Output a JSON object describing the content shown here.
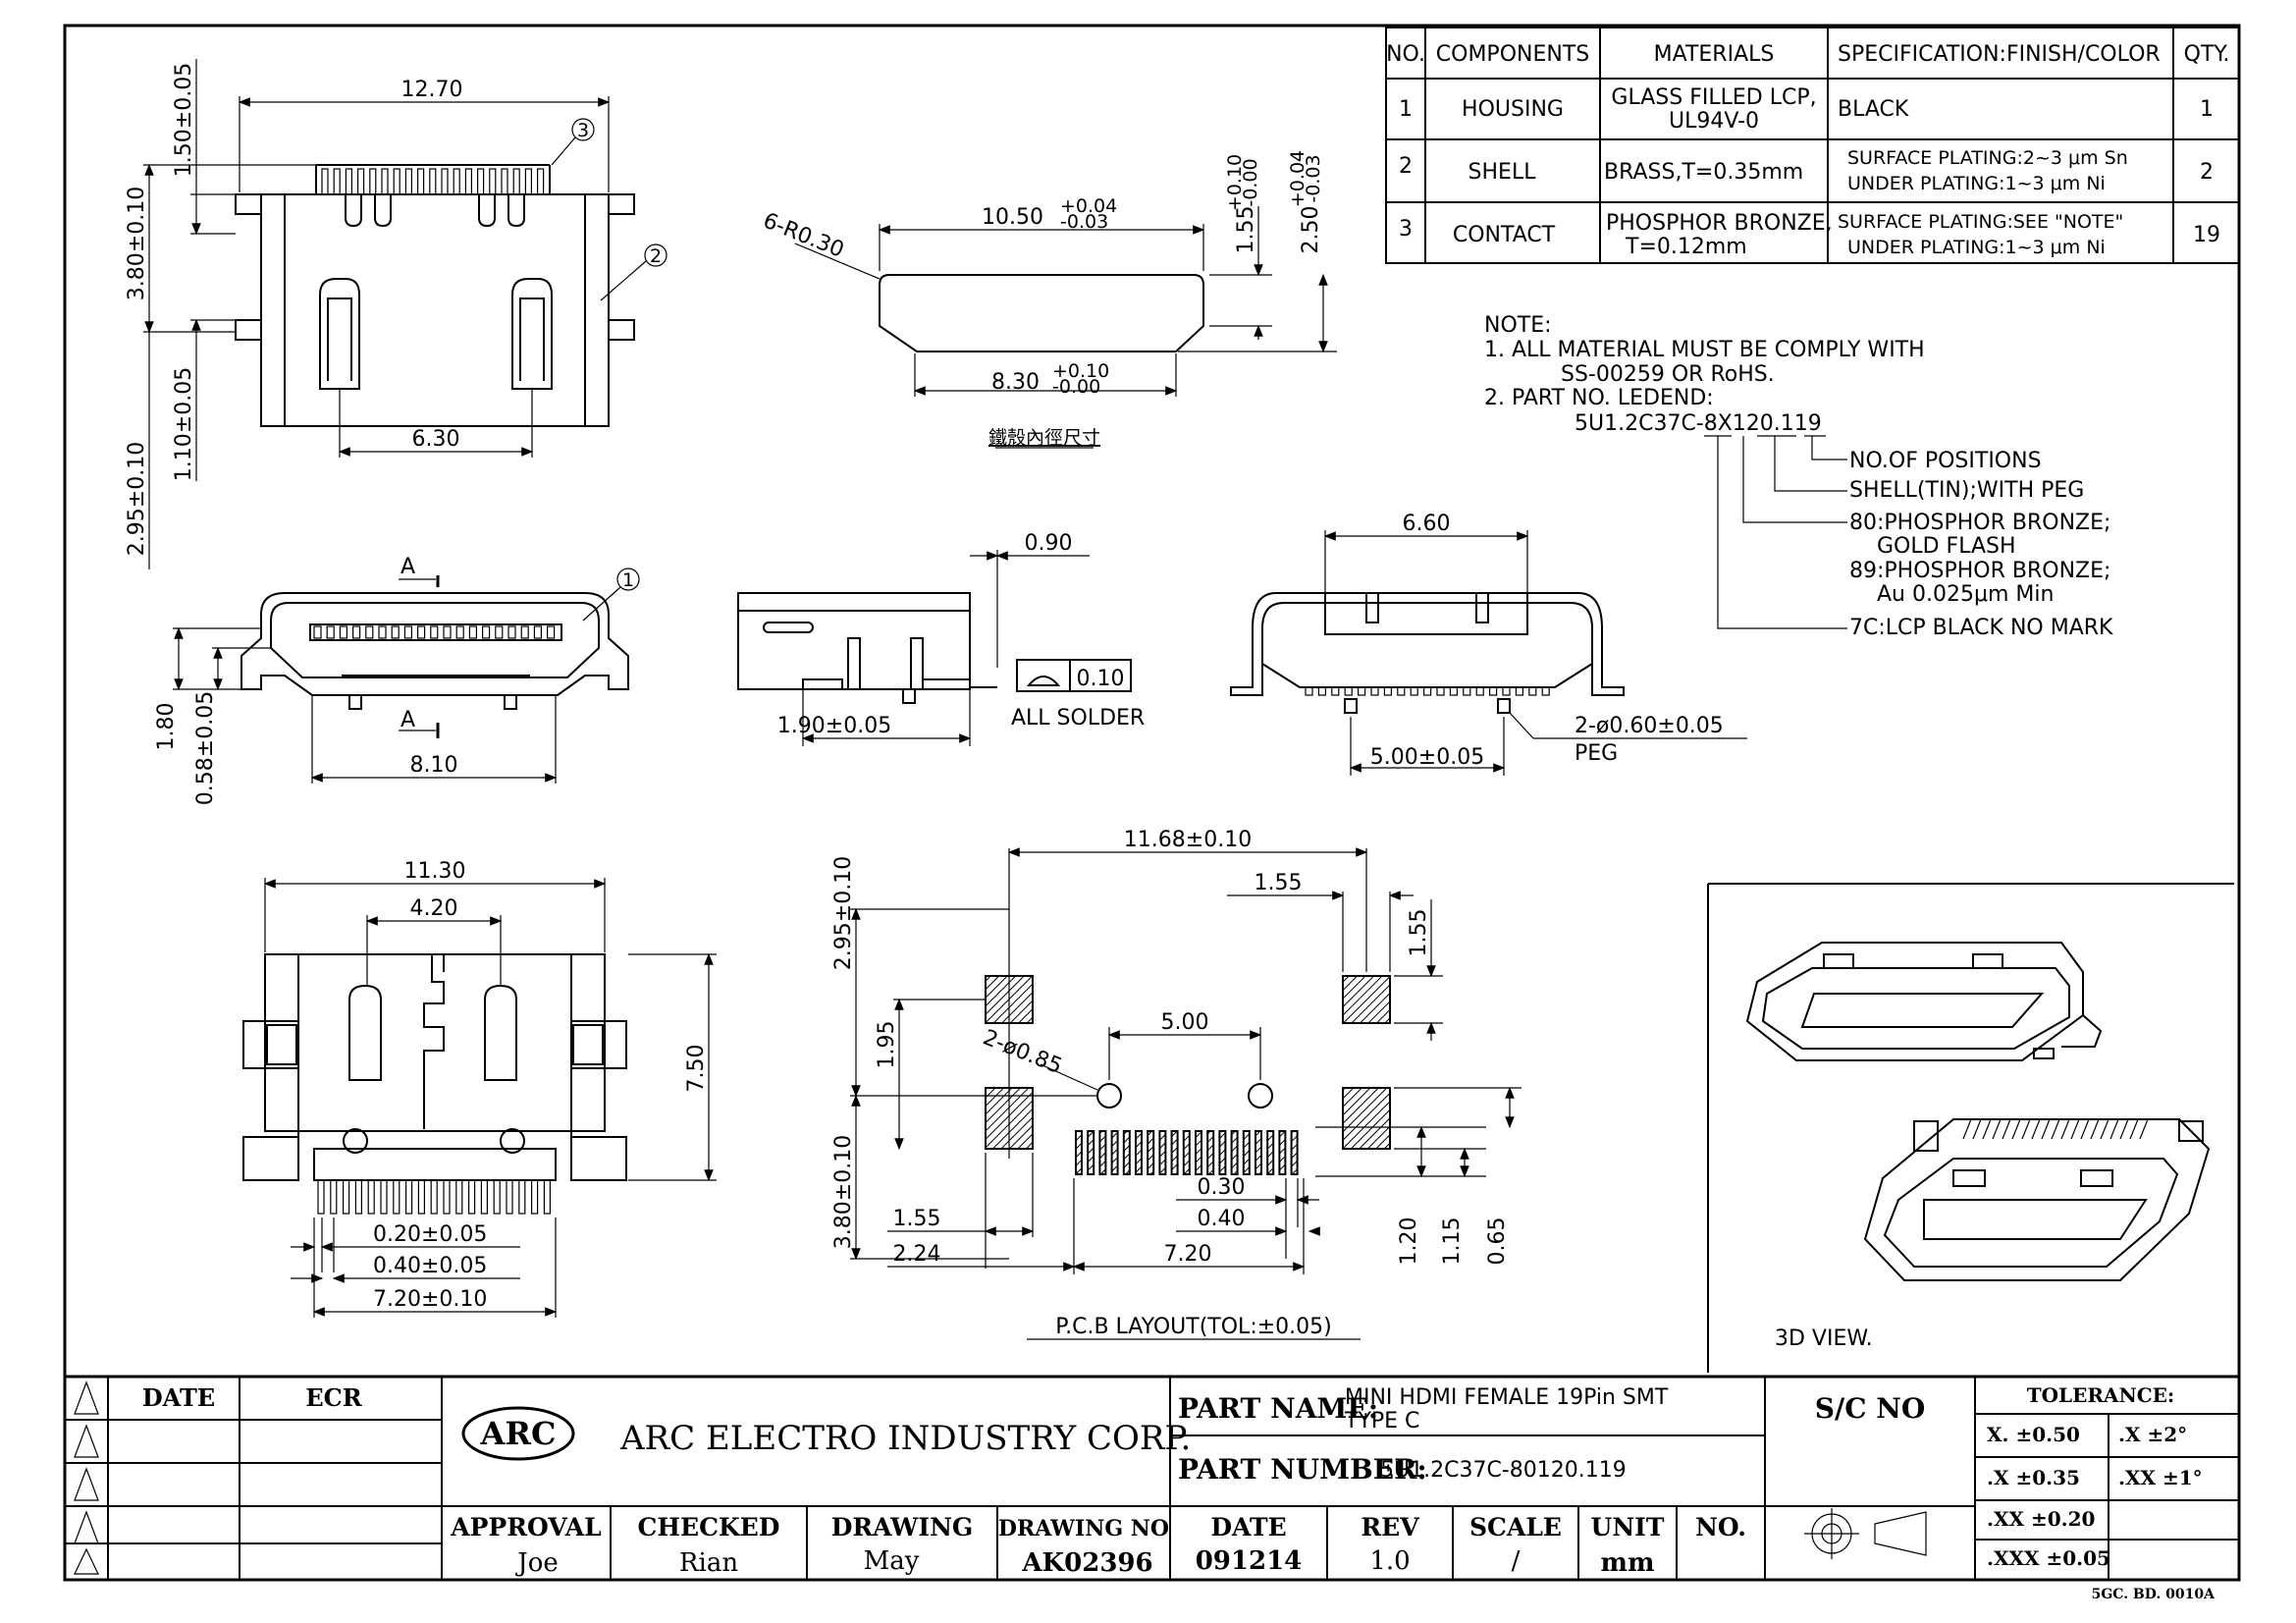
{
  "bom": {
    "headers": {
      "no": "NO.",
      "components": "COMPONENTS",
      "materials": "MATERIALS",
      "spec": "SPECIFICATION:FINISH/COLOR",
      "qty": "QTY."
    },
    "rows": [
      {
        "no": "1",
        "component": "HOUSING",
        "material_1": "GLASS FILLED LCP,",
        "material_2": "UL94V-0",
        "spec_1": "BLACK",
        "spec_2": "",
        "qty": "1"
      },
      {
        "no": "2",
        "component": "SHELL",
        "material_1": "BRASS,T=0.35mm",
        "material_2": "",
        "spec_1": "SURFACE PLATING:2~3 μm Sn",
        "spec_2": "UNDER PLATING:1~3 μm Ni",
        "qty": "2"
      },
      {
        "no": "3",
        "component": "CONTACT",
        "material_1": "PHOSPHOR BRONZE,",
        "material_2": "T=0.12mm",
        "spec_1": "SURFACE PLATING:SEE \"NOTE\"",
        "spec_2": "UNDER PLATING:1~3 μm Ni",
        "qty": "19"
      }
    ]
  },
  "notes": {
    "title": "NOTE:",
    "line1": "1. ALL MATERIAL MUST BE COMPLY WITH",
    "line1b": "SS-00259 OR RoHS.",
    "line2": "2. PART NO. LEDEND:",
    "part_code": "5U1.2C37C-8X120.119",
    "legend": [
      "NO.OF POSITIONS",
      "SHELL(TIN);WITH PEG",
      "80:PHOSPHOR BRONZE;",
      "GOLD FLASH",
      "89:PHOSPHOR BRONZE;",
      "Au 0.025μm Min",
      "7C:LCP BLACK NO MARK"
    ]
  },
  "dims": {
    "top": {
      "w": "12.70",
      "h1": "3.80±0.10",
      "h2": "1.50±0.05",
      "h3": "1.10±0.05",
      "h4": "2.95±0.10",
      "b": "6.30",
      "c3": "3",
      "c2": "2"
    },
    "shell": {
      "w1": "10.50",
      "w1_sup": "+0.04",
      "w1_sub": "-0.03",
      "r": "6-R0.30",
      "h1": "1.55",
      "h1_sup": "+0.10",
      "h1_sub": "-0.00",
      "h2": "2.50",
      "h2_sup": "+0.04",
      "h2_sub": "-0.03",
      "w2": "8.30",
      "w2_sup": "+0.10",
      "w2_sub": "-0.00",
      "caption": "鐵殼內徑尺寸"
    },
    "front": {
      "a": "A",
      "c1": "1",
      "h1": "1.80",
      "h2": "0.58±0.05",
      "w": "8.10"
    },
    "side": {
      "t": "0.90",
      "w": "1.90±0.05",
      "flat": "0.10",
      "solder": "ALL SOLDER"
    },
    "rear": {
      "w": "6.60",
      "peg_pitch": "5.00±0.05",
      "peg": "2-ø0.60±0.05",
      "peg_lbl": "PEG"
    },
    "bottom": {
      "w": "11.30",
      "w2": "4.20",
      "h": "7.50",
      "p1": "0.20±0.05",
      "p2": "0.40±0.05",
      "p3": "7.20±0.10"
    },
    "pcb": {
      "w": "11.68±0.10",
      "p1": "1.55",
      "p2": "1.55",
      "h1": "2.95±0.10",
      "h2": "1.95",
      "holes": "2-ø0.85",
      "hp": "5.00",
      "h3": "3.80±0.10",
      "a": "0.30",
      "b": "0.40",
      "c": "1.55",
      "d": "2.24",
      "e": "7.20",
      "f": "1.20",
      "g": "1.15",
      "h": "0.65",
      "title": "P.C.B LAYOUT(TOL:±0.05)"
    },
    "view3d": "3D VIEW."
  },
  "title_block": {
    "date_lbl": "DATE",
    "ecr_lbl": "ECR",
    "company": "ARC ELECTRO INDUSTRY CORP.",
    "logo": "ARC",
    "part_name_lbl": "PART NAME:",
    "part_name_1": "MINI HDMI FEMALE 19Pin SMT",
    "part_name_2": "TYPE C",
    "part_number_lbl": "PART NUMBER:",
    "part_number": "5U1.2C37C-80120.119",
    "sc_no_lbl": "S/C NO",
    "approval_lbl": "APPROVAL",
    "checked_lbl": "CHECKED",
    "drawing_lbl": "DRAWING",
    "drawing_no_lbl": "DRAWING NO",
    "date2_lbl": "DATE",
    "rev_lbl": "REV",
    "scale_lbl": "SCALE",
    "unit_lbl": "UNIT",
    "no_lbl": "NO.",
    "approval": "Joe",
    "checked": "Rian",
    "drawing": "May",
    "drawing_no": "AK02396",
    "date": "091214",
    "rev": "1.0",
    "scale": "/",
    "unit": "mm",
    "tolerance_lbl": "TOLERANCE:",
    "tol": [
      "X. ±0.50",
      ".X ±2°",
      ".X ±0.35",
      ".XX ±1°",
      ".XX ±0.20",
      ".XXX ±0.05"
    ],
    "footer": "5GC. BD. 0010A"
  }
}
